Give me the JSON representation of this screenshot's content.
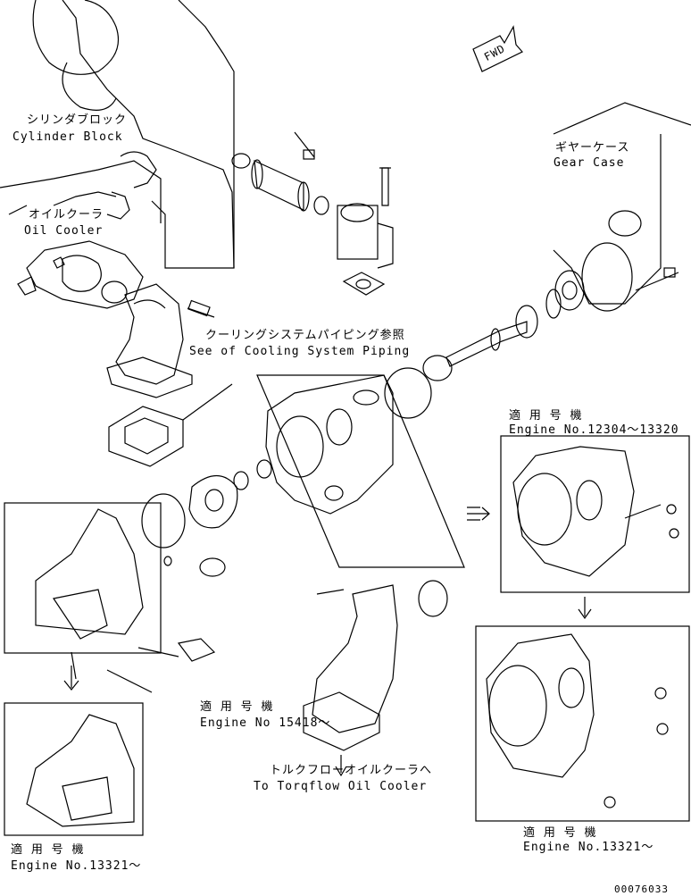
{
  "labels": {
    "cylinder_block_jp": "シリンダブロック",
    "cylinder_block_en": "Cylinder Block",
    "oil_cooler_jp": "オイルクーラ",
    "oil_cooler_en": "Oil Cooler",
    "gear_case_jp": "ギヤーケース",
    "gear_case_en": "Gear Case",
    "fwd": "FWD",
    "cooling_jp": "クーリングシステムパイピング参照",
    "cooling_en": "See of Cooling System Piping",
    "torqflow_jp": "トルクフローオイルクーラへ",
    "torqflow_en": "To Torqflow Oil Cooler"
  },
  "applicability": {
    "right_top_jp": "適 用 号 機",
    "right_top_en": "Engine No.12304～13320",
    "center_jp": "適 用 号 機",
    "center_en": "Engine No 15418～",
    "left_bottom_jp": "適 用 号 機",
    "left_bottom_en": "Engine No.13321～",
    "right_bottom_jp": "適 用 号 機",
    "right_bottom_en": "Engine No.13321～"
  },
  "illustration_id": "00076033"
}
